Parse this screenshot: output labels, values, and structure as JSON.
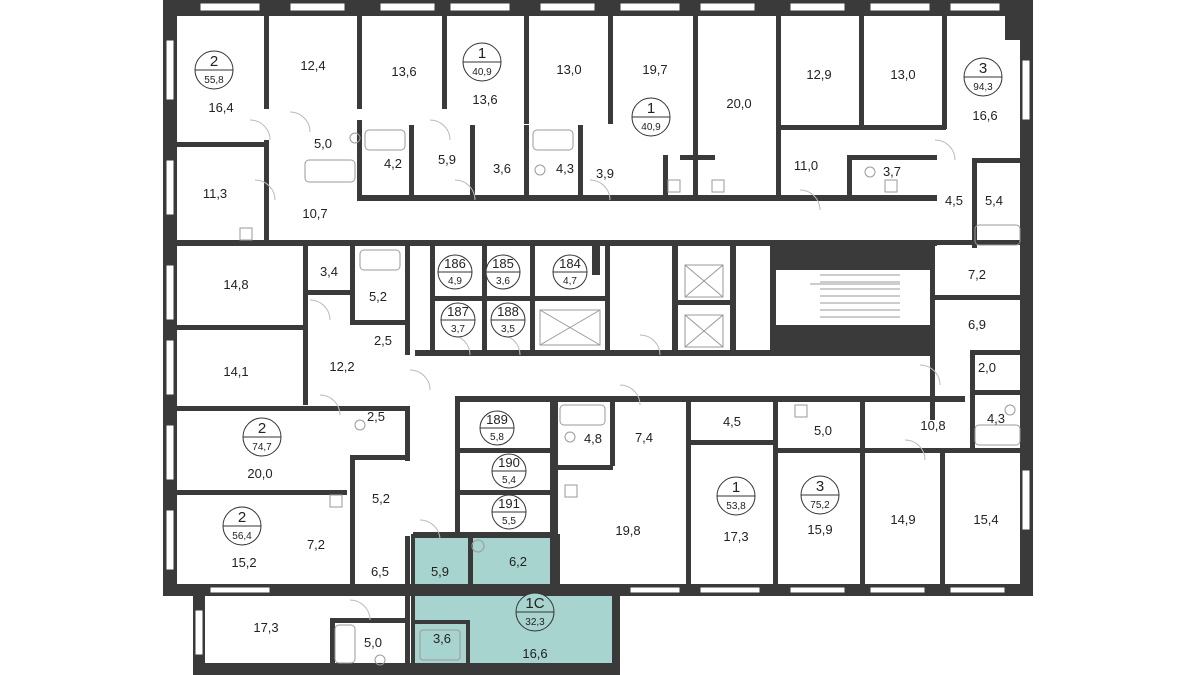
{
  "highlight": {
    "id": "1С",
    "total": "32,3",
    "fill": "#a8d4cf",
    "stroke": "#3a3a3a"
  },
  "apartments": [
    {
      "id": "apt-2-top-left",
      "rooms": "2",
      "total": "55,8"
    },
    {
      "id": "apt-1-top-a",
      "rooms": "1",
      "total": "40,9"
    },
    {
      "id": "apt-1-top-b",
      "rooms": "1",
      "total": "40,9"
    },
    {
      "id": "apt-3-top-right",
      "rooms": "3",
      "total": "94,3"
    },
    {
      "id": "apt-2-mid-left",
      "rooms": "2",
      "total": "74,7"
    },
    {
      "id": "apt-2-low-left",
      "rooms": "2",
      "total": "56,4"
    },
    {
      "id": "apt-1-low-mid",
      "rooms": "1",
      "total": "53,8"
    },
    {
      "id": "apt-3-low-right",
      "rooms": "3",
      "total": "75,2"
    }
  ],
  "storage": [
    {
      "num": "186",
      "area": "4,9"
    },
    {
      "num": "185",
      "area": "3,6"
    },
    {
      "num": "184",
      "area": "4,7"
    },
    {
      "num": "187",
      "area": "3,7"
    },
    {
      "num": "188",
      "area": "3,5"
    },
    {
      "num": "189",
      "area": "5,8"
    },
    {
      "num": "190",
      "area": "5,4"
    },
    {
      "num": "191",
      "area": "5,5"
    }
  ],
  "room_areas": [
    "16,4",
    "12,4",
    "13,6",
    "13,6",
    "13,0",
    "19,7",
    "20,0",
    "12,9",
    "13,0",
    "16,6",
    "5,0",
    "4,2",
    "5,9",
    "3,6",
    "4,3",
    "3,9",
    "11,0",
    "3,7",
    "11,3",
    "10,7",
    "4,5",
    "5,4",
    "14,8",
    "3,4",
    "5,2",
    "7,2",
    "2,5",
    "6,9",
    "14,1",
    "12,2",
    "2,0",
    "2,5",
    "4,8",
    "7,4",
    "4,5",
    "5,0",
    "10,8",
    "4,3",
    "20,0",
    "5,2",
    "19,8",
    "17,3",
    "15,9",
    "14,9",
    "15,4",
    "15,2",
    "7,2",
    "6,5",
    "5,9",
    "6,2",
    "17,3",
    "5,0",
    "3,6",
    "16,6"
  ]
}
